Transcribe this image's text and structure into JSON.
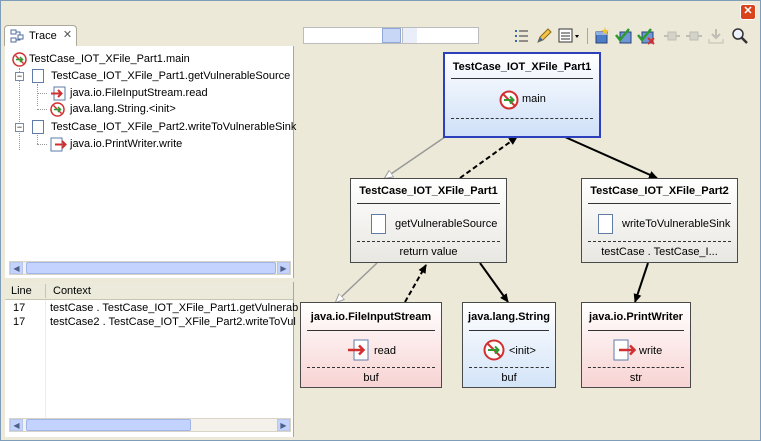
{
  "window": {
    "close_symbol": "✕"
  },
  "tab": {
    "label": "Trace",
    "icon": "trace-view-icon",
    "close_symbol": "✕"
  },
  "toolbar": {
    "buttons": [
      {
        "name": "list-icon",
        "enabled": true
      },
      {
        "name": "pencil-icon",
        "enabled": true
      },
      {
        "name": "view-menu-icon",
        "enabled": true
      },
      {
        "name": "package-add-icon",
        "enabled": true
      },
      {
        "name": "check-all-icon",
        "enabled": true
      },
      {
        "name": "check-clear-icon",
        "enabled": true
      },
      {
        "name": "nav-back-icon",
        "enabled": false
      },
      {
        "name": "nav-forward-icon",
        "enabled": false
      },
      {
        "name": "download-icon",
        "enabled": false
      },
      {
        "name": "search-icon",
        "enabled": true
      }
    ]
  },
  "tree": {
    "root": {
      "label": "TestCase_IOT_XFile_Part1.main",
      "icon": "entry-point-icon"
    },
    "items": [
      {
        "label": "TestCase_IOT_XFile_Part1.getVulnerableSource",
        "icon": "page-icon",
        "toggle": "−"
      },
      {
        "label": "java.io.FileInputStream.read",
        "icon": "source-arrow-icon"
      },
      {
        "label": "java.lang.String.<init>",
        "icon": "entry-point-icon"
      },
      {
        "label": "TestCase_IOT_XFile_Part2.writeToVulnerableSink",
        "icon": "page-icon",
        "toggle": "−"
      },
      {
        "label": "java.io.PrintWriter.write",
        "icon": "sink-arrow-icon"
      }
    ]
  },
  "table": {
    "columns": [
      "Line",
      "Context"
    ],
    "rows": [
      {
        "line": "17",
        "context": "testCase . TestCase_IOT_XFile_Part1.getVulnerab"
      },
      {
        "line": "17",
        "context": "testCase2 . TestCase_IOT_XFile_Part2.writeToVul"
      }
    ]
  },
  "diagram": {
    "nodes": {
      "main": {
        "title": "TestCase_IOT_XFile_Part1",
        "method": "main",
        "footer": "",
        "icon": "entry-point-icon"
      },
      "source": {
        "title": "TestCase_IOT_XFile_Part1",
        "method": "getVulnerableSource",
        "footer": "return value",
        "icon": "page-icon"
      },
      "sink": {
        "title": "TestCase_IOT_XFile_Part2",
        "method": "writeToVulnerableSink",
        "footer": "testCase . TestCase_I...",
        "icon": "page-icon"
      },
      "fis": {
        "title": "java.io.FileInputStream",
        "method": "read",
        "footer": "buf",
        "icon": "source-arrow-icon"
      },
      "str": {
        "title": "java.lang.String",
        "method": "<init>",
        "footer": "buf",
        "icon": "entry-point-icon"
      },
      "pw": {
        "title": "java.io.PrintWriter",
        "method": "write",
        "footer": "str",
        "icon": "sink-arrow-icon"
      }
    }
  },
  "colors": {
    "selected_border": "#2c3fbd",
    "call_edge": "#000000",
    "inheritance_edge": "#999999"
  }
}
